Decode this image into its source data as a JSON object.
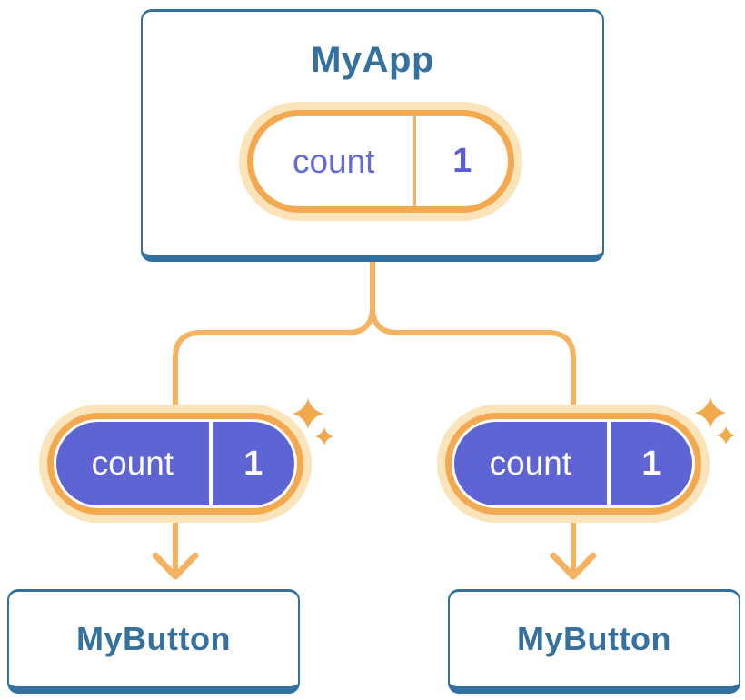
{
  "diagram": {
    "root": {
      "title": "MyApp",
      "state_pill": {
        "label": "count",
        "value": "1"
      }
    },
    "children": [
      {
        "title": "MyButton",
        "prop_pill": {
          "label": "count",
          "value": "1"
        }
      },
      {
        "title": "MyButton",
        "prop_pill": {
          "label": "count",
          "value": "1"
        }
      }
    ],
    "icons": {
      "sparkle": "✦",
      "arrow_down": "↓"
    },
    "colors": {
      "node_border_blue": "#31709F",
      "node_text_blue": "#34719E",
      "connector_orange": "#F5B260",
      "pill_ring_orange": "#F3A94F",
      "pill_halo_orange": "#FBE4BA",
      "pill_fill_purple": "#5E64D4",
      "pill_text_purple": "#6469DA",
      "sparkle_orange": "#F1A94B",
      "background": "#FFFFFF"
    }
  }
}
